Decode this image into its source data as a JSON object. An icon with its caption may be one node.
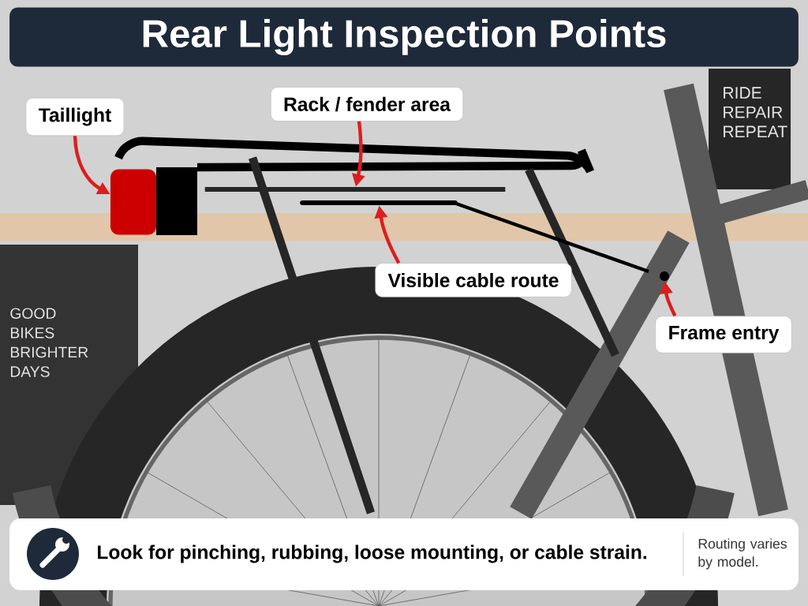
{
  "diagram": {
    "title": "Rear Light Inspection Points",
    "nodes": [
      {
        "text": [
          "Taillight"
        ]
      },
      {
        "text": [
          "Rack / fender area"
        ]
      },
      {
        "text": [
          "Visible cable route"
        ]
      },
      {
        "text": [
          "Frame entry"
        ]
      },
      {
        "text": [],
        "shape": "box"
      },
      {
        "text": [],
        "shape": "bar"
      },
      {
        "text": [],
        "shape": "bar"
      },
      {
        "text": [],
        "shape": "circle"
      }
    ],
    "edges": [
      {
        "from": 0,
        "to": 4,
        "arrow": "to"
      },
      {
        "from": 1,
        "to": 5,
        "arrow": "to"
      },
      {
        "from": 2,
        "to": 6,
        "arrow": "to"
      },
      {
        "from": 3,
        "to": 7,
        "arrow": "to"
      }
    ],
    "labels": [
      "RIDE REPAIR REPEAT",
      "GOOD BIKES BRIGHTER DAYS",
      "Look for pinching, rubbing, loose mounting, or cable strain.",
      "Routing varies by model."
    ]
  }
}
